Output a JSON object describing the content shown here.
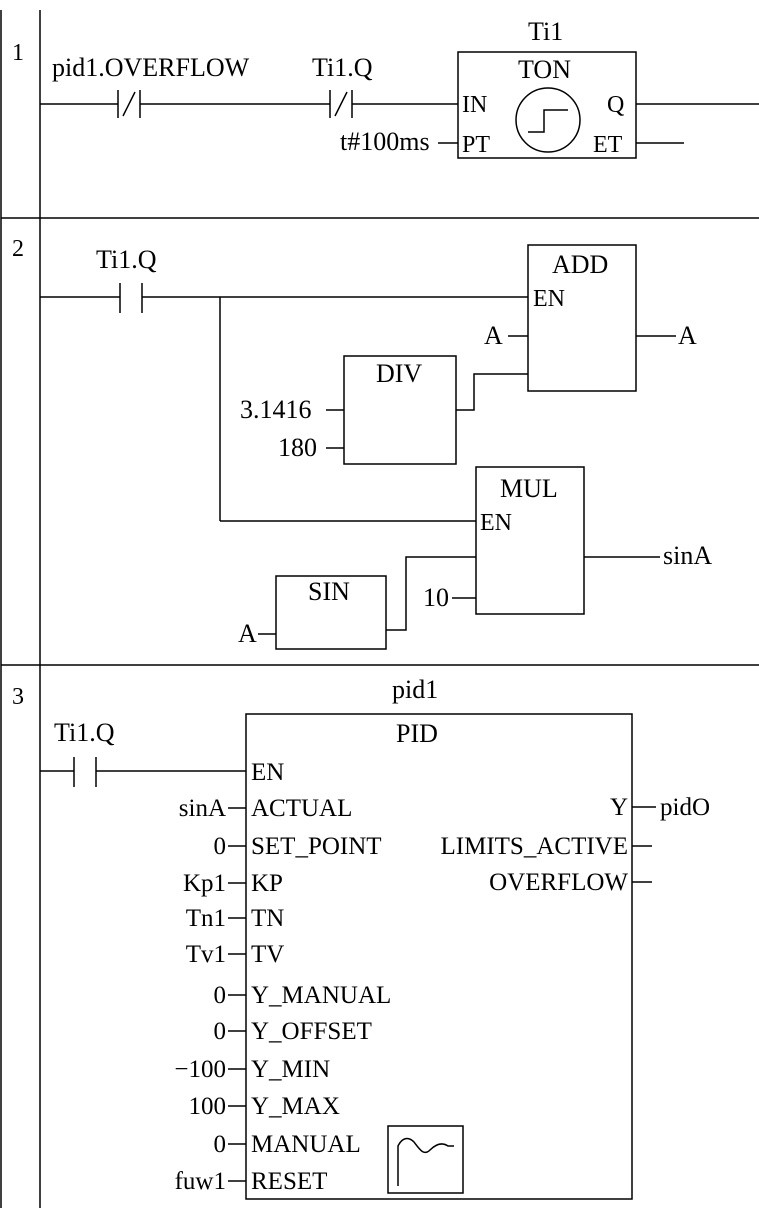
{
  "rungs": [
    {
      "number": "1",
      "contacts": [
        "pid1.OVERFLOW",
        "Ti1.Q"
      ],
      "block": {
        "instance": "Ti1",
        "type": "TON",
        "inputs": [
          "IN",
          "PT"
        ],
        "outputs": [
          "Q",
          "ET"
        ]
      },
      "pt_value": "t#100ms"
    },
    {
      "number": "2",
      "contact": "Ti1.Q",
      "add": {
        "type": "ADD",
        "en": "EN",
        "in": "A",
        "out": "A"
      },
      "div": {
        "type": "DIV",
        "in1": "3.1416",
        "in2": "180"
      },
      "mul": {
        "type": "MUL",
        "en": "EN",
        "in2": "10",
        "out": "sinA"
      },
      "sin": {
        "type": "SIN",
        "in": "A"
      }
    },
    {
      "number": "3",
      "contact": "Ti1.Q",
      "block": {
        "instance": "pid1",
        "type": "PID",
        "en": "EN",
        "inputs": [
          {
            "pin": "ACTUAL",
            "value": "sinA"
          },
          {
            "pin": "SET_POINT",
            "value": "0"
          },
          {
            "pin": "KP",
            "value": "Kp1"
          },
          {
            "pin": "TN",
            "value": "Tn1"
          },
          {
            "pin": "TV",
            "value": "Tv1"
          },
          {
            "pin": "Y_MANUAL",
            "value": "0"
          },
          {
            "pin": "Y_OFFSET",
            "value": "0"
          },
          {
            "pin": "Y_MIN",
            "value": "−100"
          },
          {
            "pin": "Y_MAX",
            "value": "100"
          },
          {
            "pin": "MANUAL",
            "value": "0"
          },
          {
            "pin": "RESET",
            "value": "fuw1"
          }
        ],
        "outputs": [
          {
            "pin": "Y",
            "value": "pidO"
          },
          {
            "pin": "LIMITS_ACTIVE",
            "value": ""
          },
          {
            "pin": "OVERFLOW",
            "value": ""
          }
        ]
      }
    }
  ]
}
